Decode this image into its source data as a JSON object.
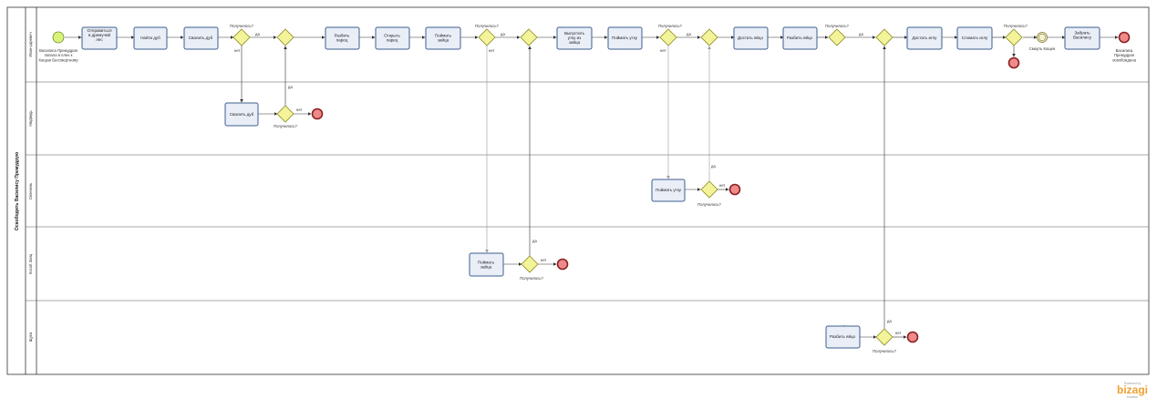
{
  "pool": {
    "label": "Освободить Василису Премудрую"
  },
  "lanes": [
    {
      "label": "Иван-царевич"
    },
    {
      "label": "Медведь"
    },
    {
      "label": "Селезень"
    },
    {
      "label": "Косой Заяц"
    },
    {
      "label": "Щука"
    }
  ],
  "events": {
    "start_label": "Василиса Премудрая попала в плен к Кощею Бессмертному",
    "end_final_label": "Василиса Премудрая освобождена",
    "intermediate_label": "Смерть Кощея"
  },
  "tasks": {
    "t1": "Отправиться в дремучий лес",
    "t2": "Найти дуб",
    "t3": "Свалить дуб",
    "t4": "Свалить дуб",
    "t5": "Разбить ларец",
    "t6": "Открыть ларец",
    "t7": "Поймать зайца",
    "t8": "Выпустить утку из зайца",
    "t9": "Поймать утку",
    "t10": "Достать яйцо",
    "t11": "Разбить яйцо",
    "t12": "Достать иглу",
    "t13": "Сломать иглу",
    "t14": "Забрать Василису",
    "t15": "Поймать зайца",
    "t16": "Поймать утку",
    "t17": "Разбить яйцо"
  },
  "gateway_labels": {
    "g1": "Получилось?",
    "g2": "Получилось?",
    "g3": "Получилось?",
    "g4": "Получилось?",
    "g5": "Получилось?",
    "g6": "Получилось?",
    "g7": "Получилось?",
    "g8": "Получилось?",
    "g9": "Получилось?"
  },
  "flow_labels": {
    "yes": "да",
    "no": "нет"
  },
  "branding": {
    "small": "Powered by",
    "name": "bizagi",
    "sub": "Modeler"
  }
}
